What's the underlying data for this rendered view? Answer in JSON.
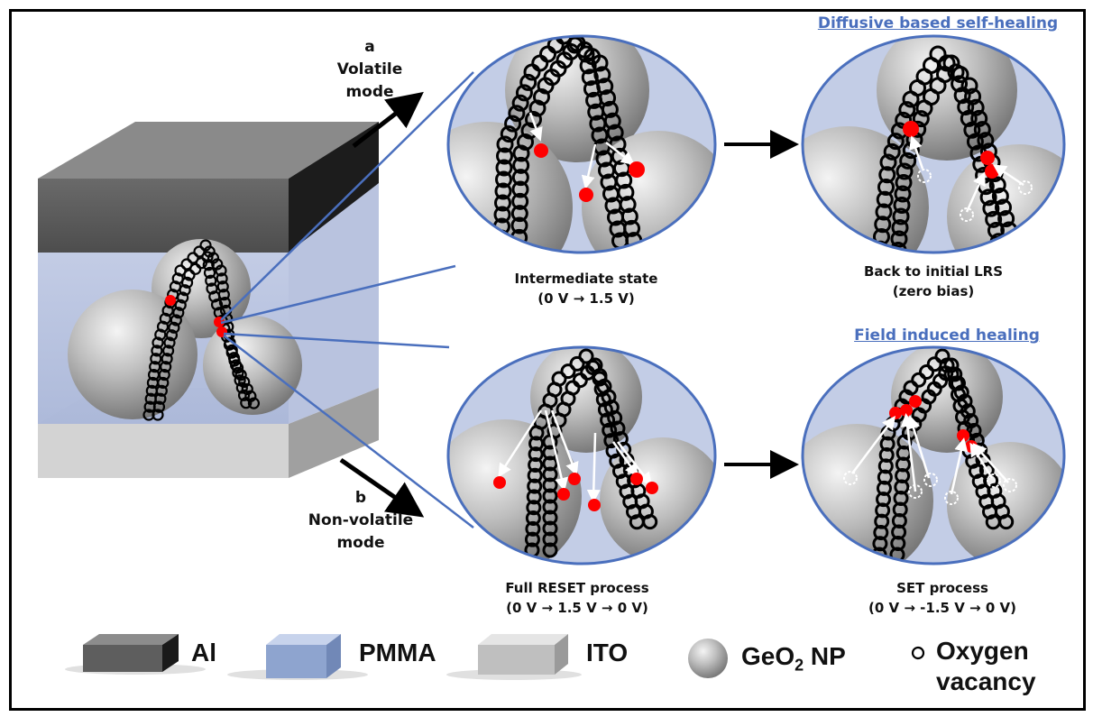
{
  "mode_a": {
    "letter": "a",
    "line1": "Volatile",
    "line2": "mode"
  },
  "mode_b": {
    "letter": "b",
    "line1": "Non-volatile",
    "line2": "mode"
  },
  "titles": {
    "diffusive": "Diffusive based self-healing",
    "field": "Field induced healing"
  },
  "captions": {
    "intermediate": {
      "line1": "Intermediate state",
      "line2": "(0 V  →  1.5 V)"
    },
    "back": {
      "line1": "Back to initial LRS",
      "line2": "(zero bias)"
    },
    "reset": {
      "line1": "Full RESET process",
      "line2": "(0 V  →  1.5 V →   0 V)"
    },
    "set": {
      "line1": "SET process",
      "line2": "(0 V   →  -1.5 V  → 0 V)"
    }
  },
  "legend": {
    "al": "Al",
    "pmma": "PMMA",
    "ito": "ITO",
    "geo2_prefix": "GeO",
    "geo2_sub": "2",
    "geo2_suffix": " NP",
    "vacancy_line1": "Oxygen",
    "vacancy_line2": "vacancy"
  },
  "colors": {
    "al_top": "#6e6e6e",
    "pmma": "#a7b6d9",
    "ito": "#d2d2d2",
    "connector": "#4a6fbd",
    "ion": "#ff0000",
    "title": "#4a6fbd"
  },
  "icons": [
    "arrow-right-icon",
    "nanoparticle-icon",
    "oxygen-vacancy-icon",
    "red-ion-icon"
  ]
}
